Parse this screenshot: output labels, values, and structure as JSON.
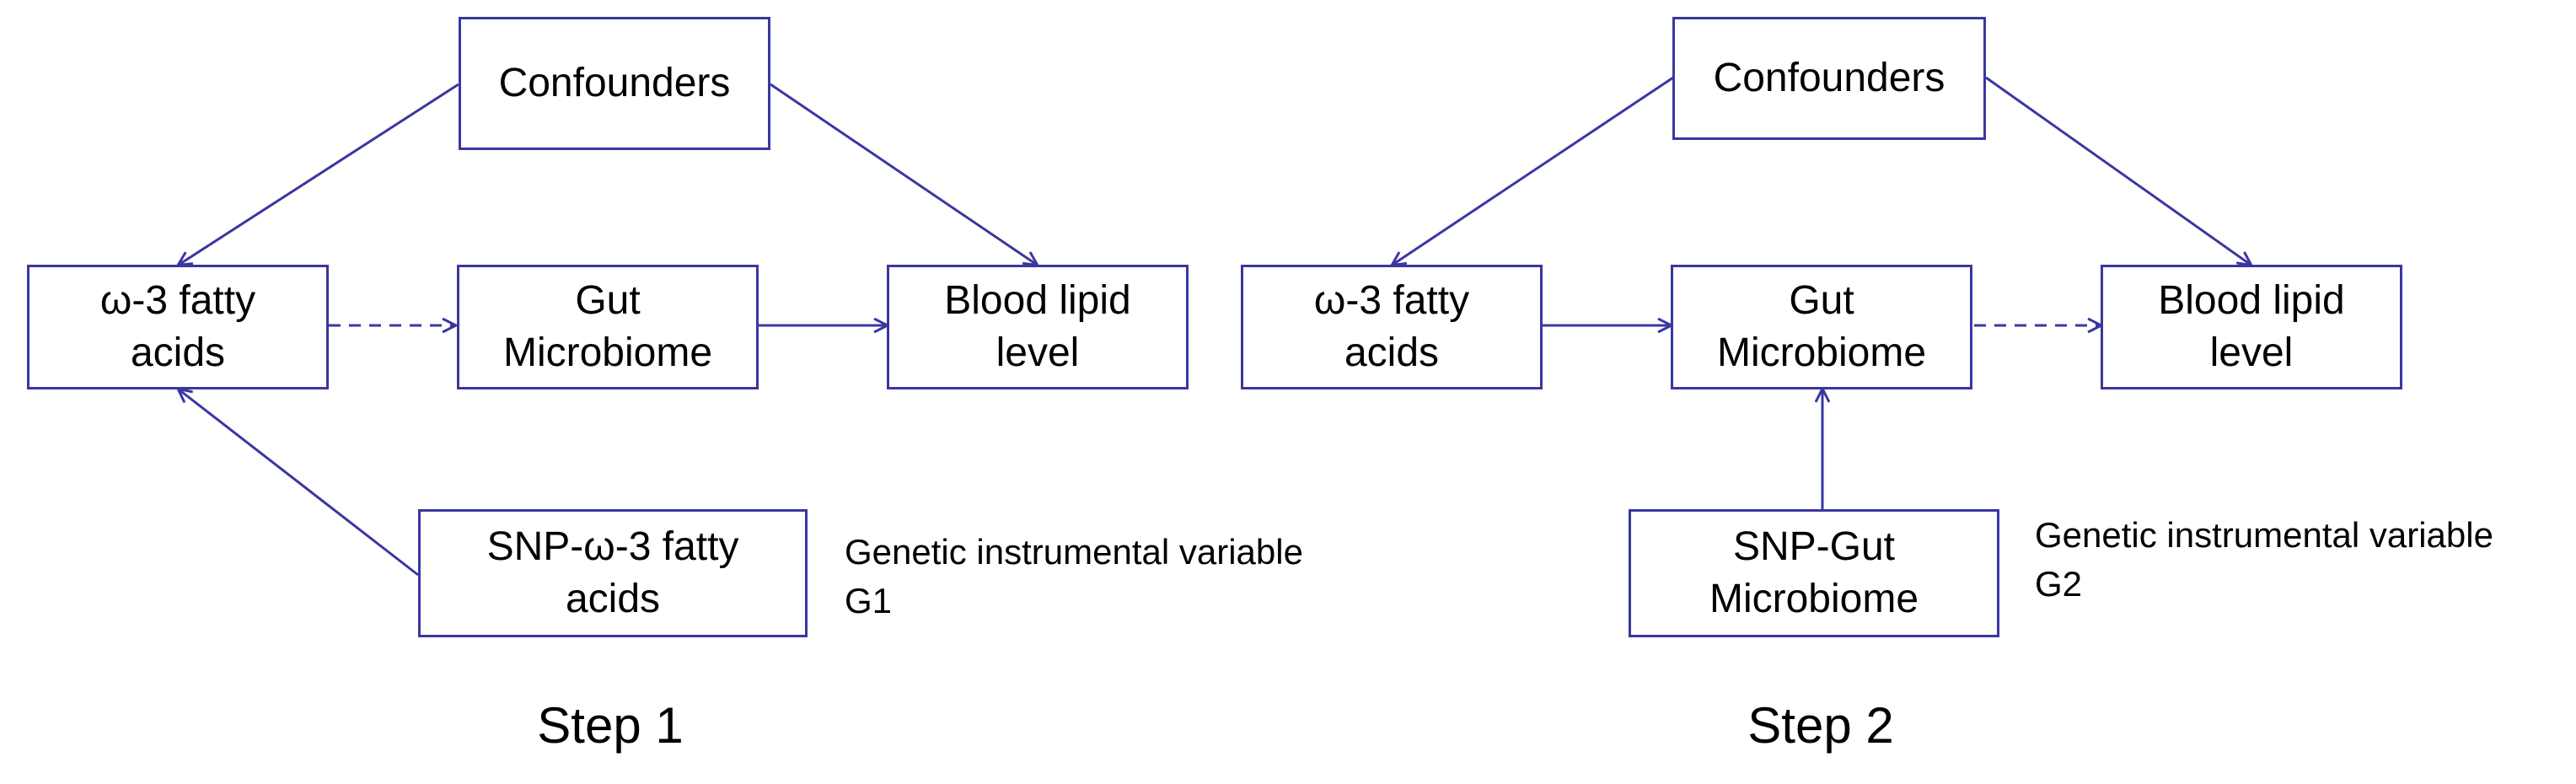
{
  "colors": {
    "stroke": "#3a37a0",
    "text": "#000000",
    "background": "#ffffff"
  },
  "step1": {
    "confounders": "Confounders",
    "omega3": "ω-3 fatty\nacids",
    "gut": "Gut\nMicrobiome",
    "blood": "Blood lipid\nlevel",
    "snp": "SNP-ω-3 fatty\nacids",
    "note": "Genetic instrumental variable\nG1",
    "label": "Step 1"
  },
  "step2": {
    "confounders": "Confounders",
    "omega3": "ω-3 fatty\nacids",
    "gut": "Gut\nMicrobiome",
    "blood": "Blood lipid\nlevel",
    "snp": "SNP-Gut\nMicrobiome",
    "note": "Genetic instrumental variable\nG2",
    "label": "Step 2"
  }
}
